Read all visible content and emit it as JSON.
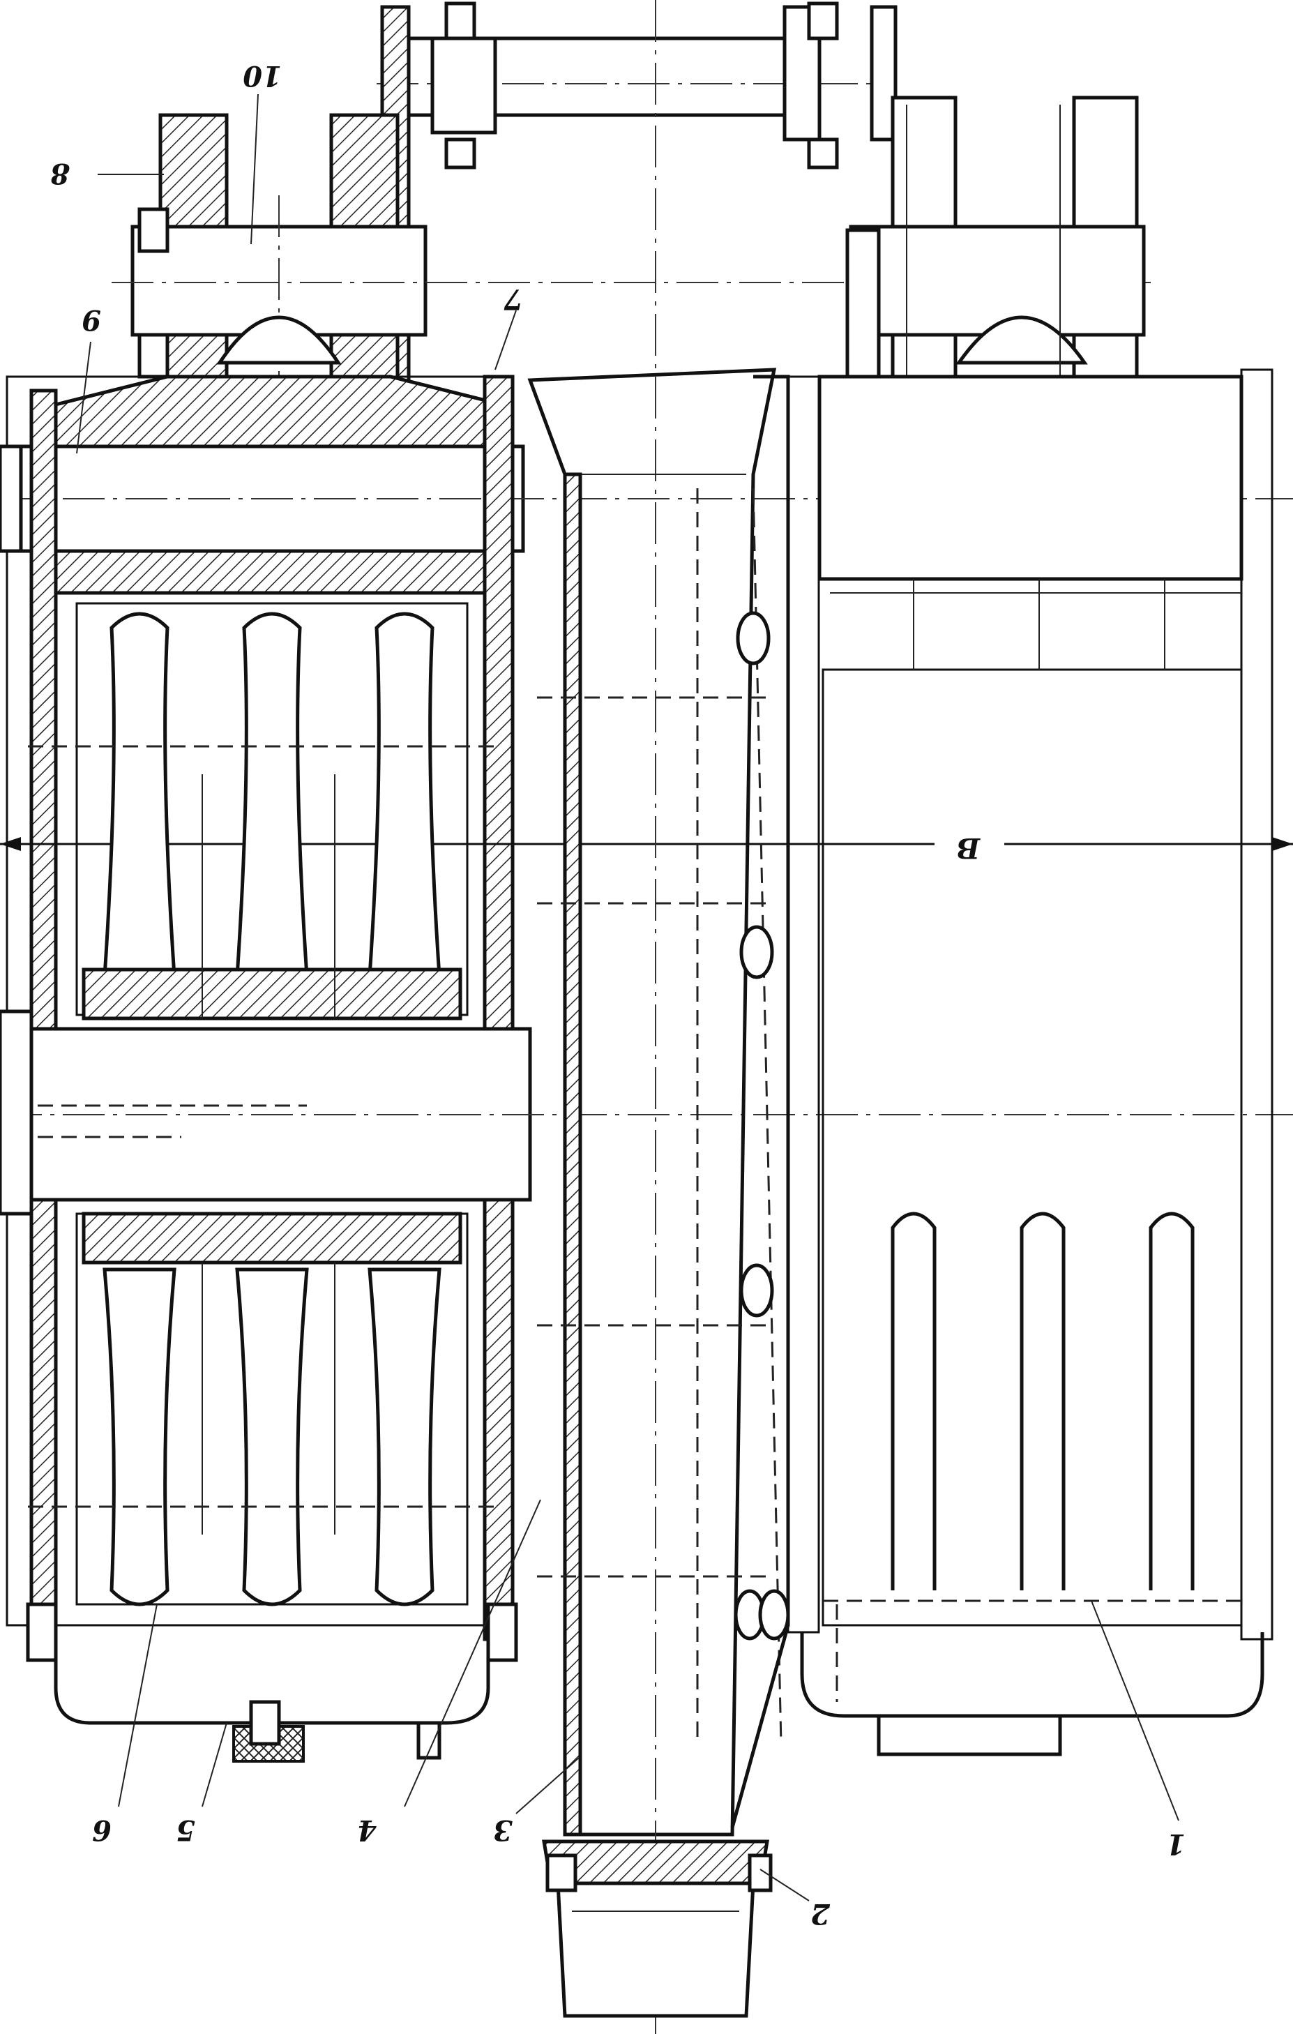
{
  "labels": {
    "l1": "1",
    "l2": "2",
    "l3": "3",
    "l4": "4",
    "l5": "5",
    "l6": "6",
    "l7": "7",
    "l8": "8",
    "l9": "9",
    "l10": "10",
    "lB": "B"
  }
}
